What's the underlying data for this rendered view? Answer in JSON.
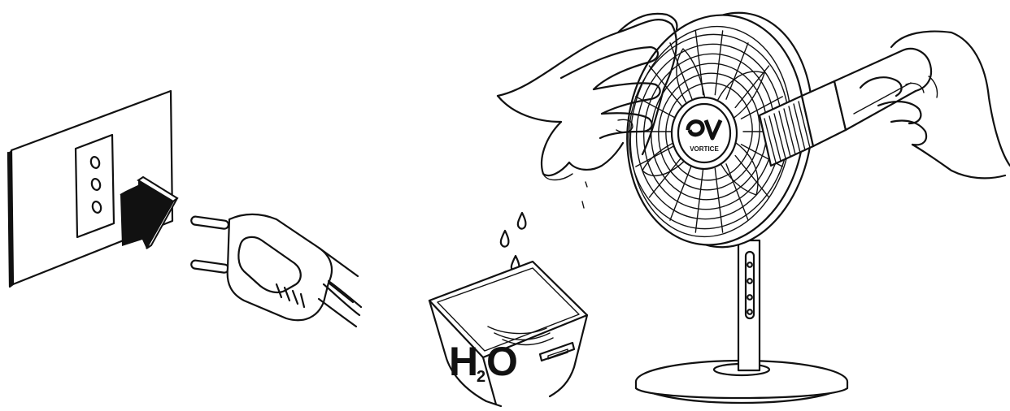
{
  "illustration": {
    "brand_logo_text": "VORTICE",
    "water_label": {
      "main": "H",
      "subscript": "2",
      "suffix": "O"
    }
  },
  "icons": {
    "wall_socket": "socket-icon",
    "plug": "plug-icon",
    "unplug_arrow": "arrow-icon",
    "water_basin": "basin-icon",
    "water_drops": "drop-icon",
    "fan": "fan-icon",
    "cloth_hand": "hand-icon",
    "brush": "brush-icon"
  },
  "colors": {
    "line": "#111111",
    "background": "#ffffff"
  }
}
